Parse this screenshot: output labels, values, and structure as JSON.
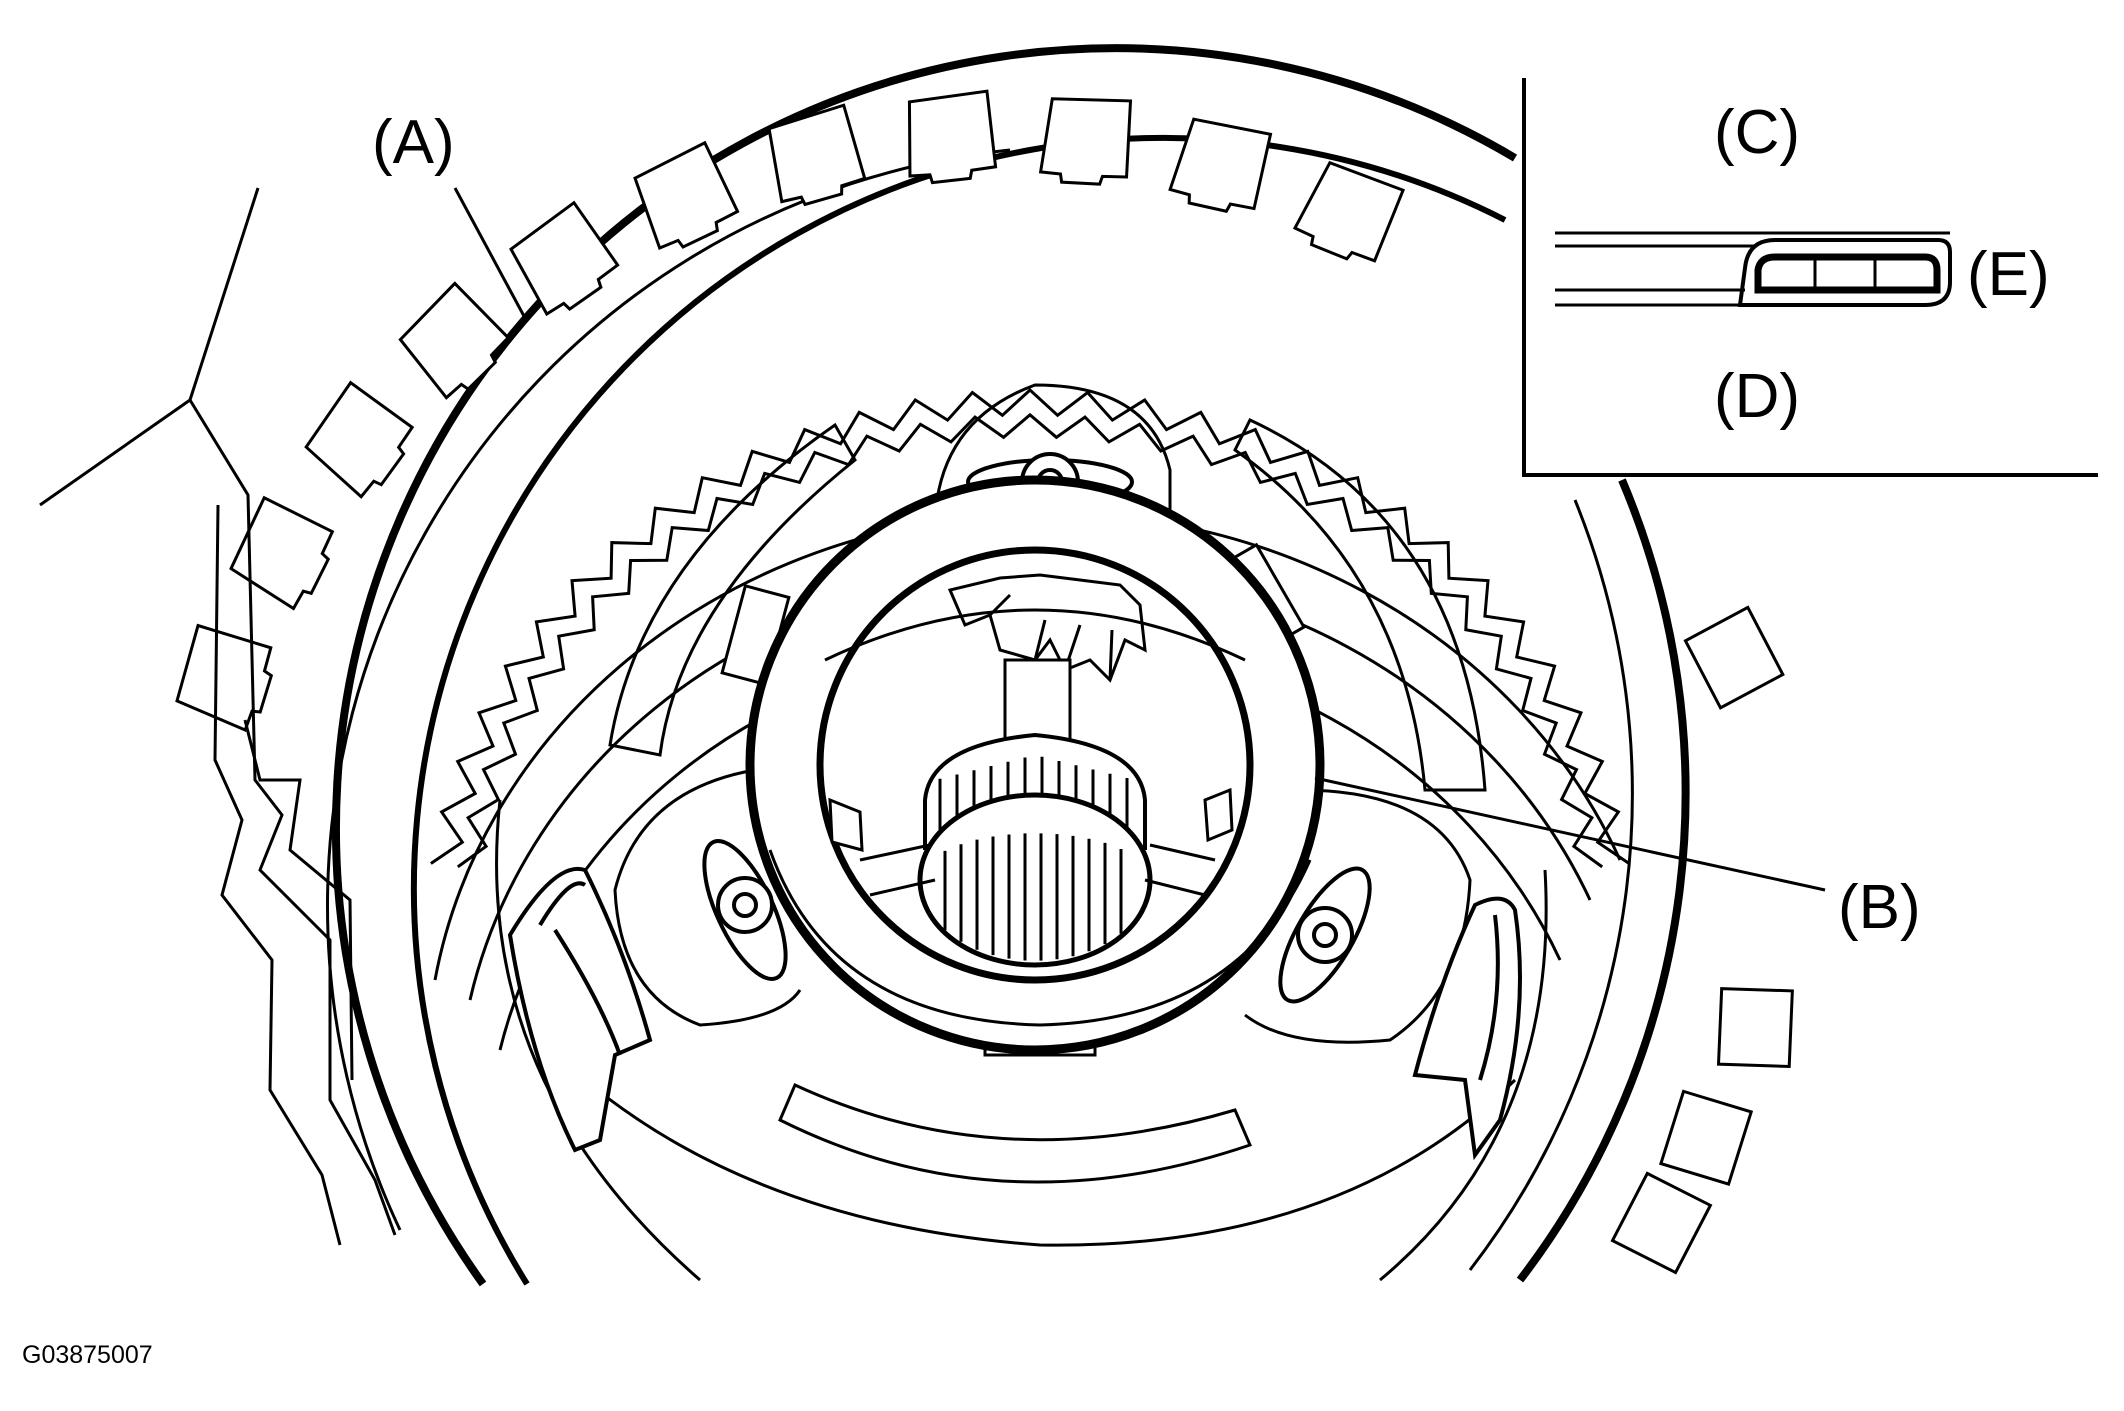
{
  "labels": {
    "a": "(A)",
    "b": "(B)",
    "c": "(C)",
    "d": "(D)",
    "e": "(E)"
  },
  "figure_id": "G03875007",
  "colors": {
    "line": "#000000",
    "background": "#ffffff"
  }
}
